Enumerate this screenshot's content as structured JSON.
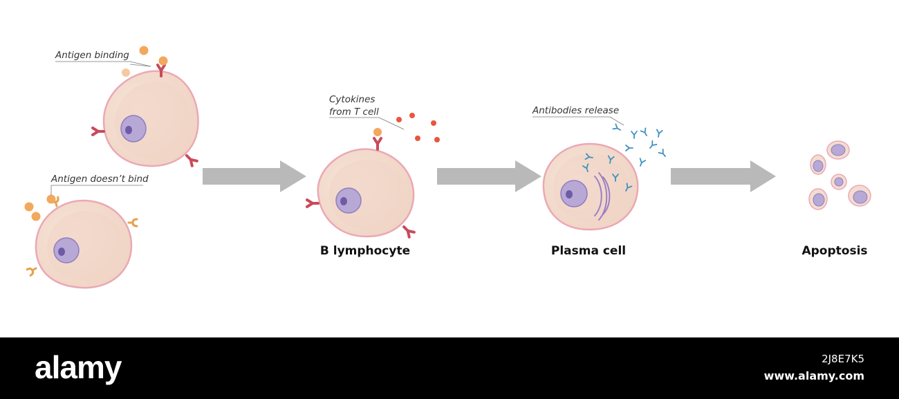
{
  "annotations": {
    "antigen_binding": "Antigen binding",
    "antigen_doesnt_bind": "Antigen doesn’t bind",
    "cytokines_line1": "Cytokines",
    "cytokines_line2": "from T cell",
    "antibodies_release": "Antibodies release"
  },
  "stages": {
    "b_lymphocyte": "B lymphocyte",
    "plasma_cell": "Plasma cell",
    "apoptosis": "Apoptosis"
  },
  "footer": {
    "brand": "alamy",
    "image_id": "2J8E7K5",
    "site": "www.alamy.com"
  },
  "colors": {
    "cell_fill": "#f3ddd0",
    "cell_membrane": "#eba8b4",
    "nucleus": "#b7a8d6",
    "nucleus_edge": "#8e7dbf",
    "nucleolus": "#6e5aa6",
    "receptor": "#c94a5a",
    "antigen": "#f2a85d",
    "free_receptor": "#e5a14f",
    "cytokine": "#e8563f",
    "antibody": "#3f8fbf",
    "er": "#9b7fc2",
    "arrow": "#b9b9b9",
    "footer_bg": "#000000"
  },
  "icons": [
    "arrow-right-icon",
    "antibody-icon",
    "receptor-icon"
  ]
}
